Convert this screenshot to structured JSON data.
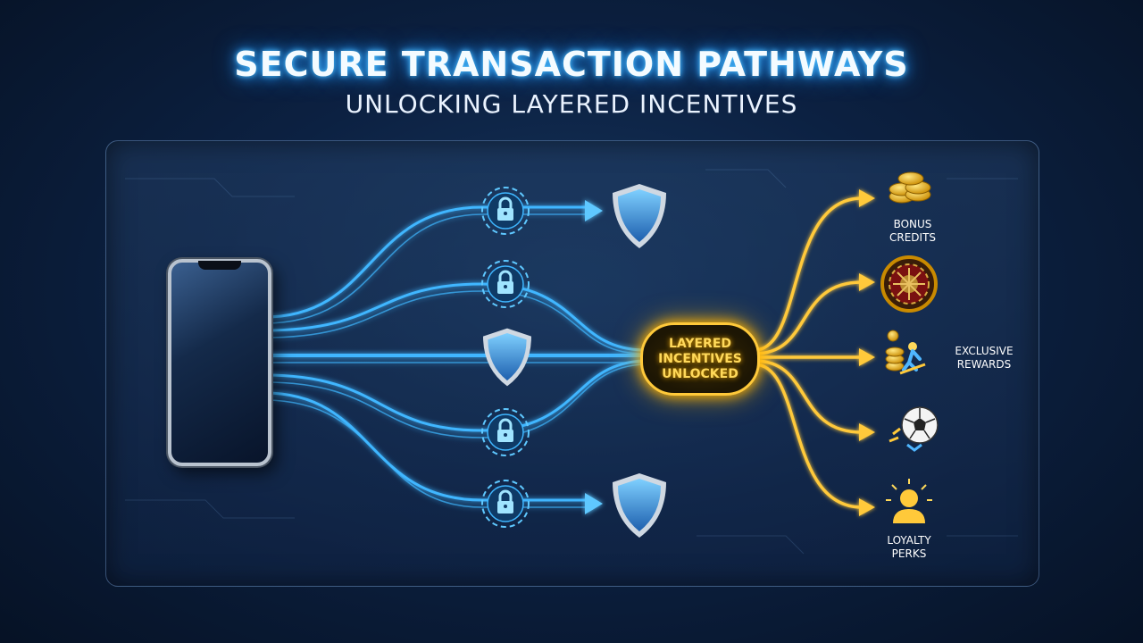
{
  "header": {
    "title": "SECURE TRANSACTION PATHWAYS",
    "subtitle": "UNLOCKING LAYERED INCENTIVES"
  },
  "hub": {
    "label": "LAYERED\nINCENTIVES\nUNLOCKED"
  },
  "rewards": [
    {
      "icon": "coin-stack-icon",
      "label": "BONUS\nCREDITS"
    },
    {
      "icon": "roulette-wheel-icon",
      "label": ""
    },
    {
      "icon": "coins-figure-icon",
      "label": "EXCLUSIVE\nREWARDS"
    },
    {
      "icon": "soccer-ball-icon",
      "label": ""
    },
    {
      "icon": "person-star-icon",
      "label": "LOYALTY\nPERKS"
    }
  ],
  "colors": {
    "stream": "#3fb6ff",
    "gold": "#ffc93a",
    "shield": "#3a9be8",
    "lock": "#9fe4ff"
  }
}
